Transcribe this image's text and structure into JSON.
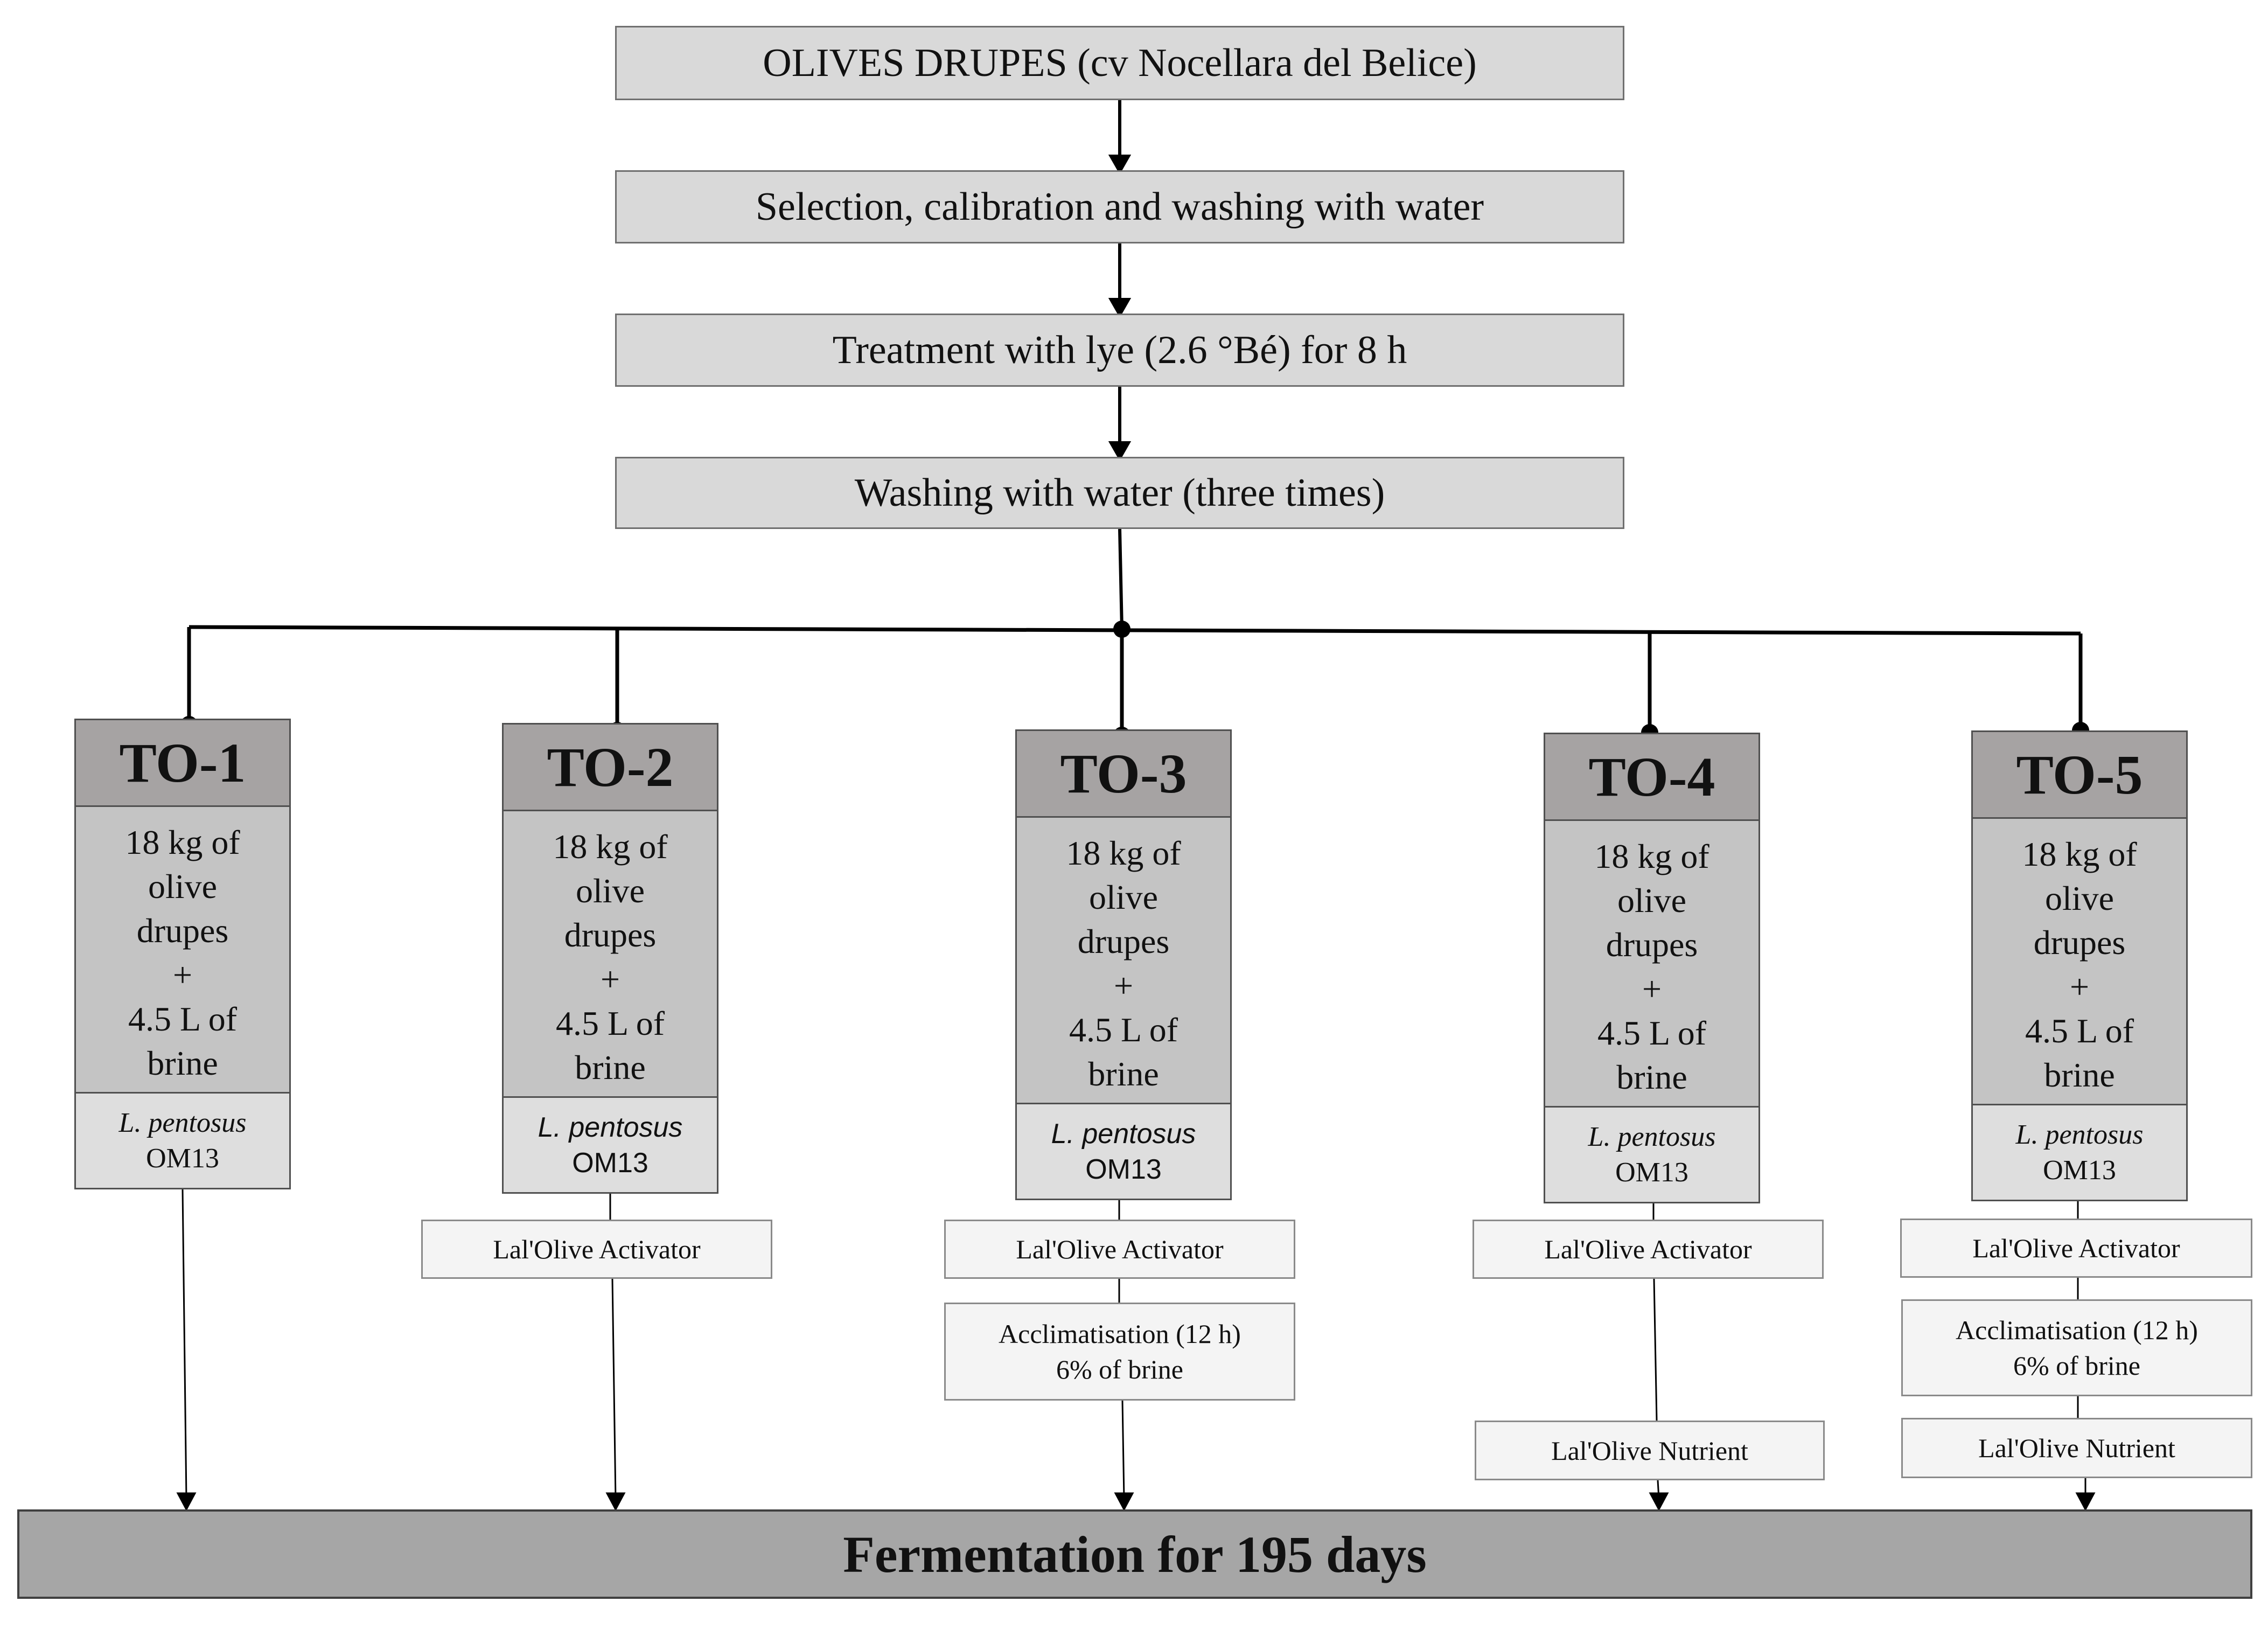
{
  "steps": [
    "OLIVES DRUPES (cv Nocellara del Belice)",
    "Selection, calibration and washing with water",
    "Treatment with lye (2.6 °Bé) for 8 h",
    "Washing with water (three times)"
  ],
  "treatments": [
    {
      "id": "TO-1",
      "body": [
        "18 kg of",
        "olive",
        "drupes",
        "+",
        "4.5 L of",
        "brine"
      ],
      "strain": {
        "species": "L. pentosus",
        "code": "OM13"
      },
      "additions": []
    },
    {
      "id": "TO-2",
      "body": [
        "18 kg of",
        "olive",
        "drupes",
        "+",
        "4.5 L of",
        "brine"
      ],
      "strain": {
        "species": "L. pentosus",
        "code": "OM13"
      },
      "additions": [
        [
          "Lal'Olive Activator"
        ]
      ]
    },
    {
      "id": "TO-3",
      "body": [
        "18 kg of",
        "olive",
        "drupes",
        "+",
        "4.5 L of",
        "brine"
      ],
      "strain": {
        "species": "L. pentosus",
        "code": "OM13"
      },
      "additions": [
        [
          "Lal'Olive Activator"
        ],
        [
          "Acclimatisation (12 h)",
          "6% of brine"
        ]
      ]
    },
    {
      "id": "TO-4",
      "body": [
        "18 kg of",
        "olive",
        "drupes",
        "+",
        "4.5 L of",
        "brine"
      ],
      "strain": {
        "species": "L. pentosus",
        "code": "OM13"
      },
      "additions": [
        [
          "Lal'Olive Activator"
        ],
        [
          "Lal'Olive Nutrient"
        ]
      ]
    },
    {
      "id": "TO-5",
      "body": [
        "18 kg of",
        "olive",
        "drupes",
        "+",
        "4.5 L of",
        "brine"
      ],
      "strain": {
        "species": "L. pentosus",
        "code": "OM13"
      },
      "additions": [
        [
          "Lal'Olive Activator"
        ],
        [
          "Acclimatisation (12 h)",
          "6% of brine"
        ],
        [
          "Lal'Olive Nutrient"
        ]
      ]
    }
  ],
  "final": "Fermentation for 195 days",
  "colors": {
    "step_fill": "#d9d9d9",
    "header_fill": "#a6a3a3",
    "body_fill": "#c4c4c4",
    "strain_fill": "#dedede",
    "addition_fill": "#f4f4f4",
    "final_fill": "#a6a6a6",
    "line": "#000000"
  }
}
